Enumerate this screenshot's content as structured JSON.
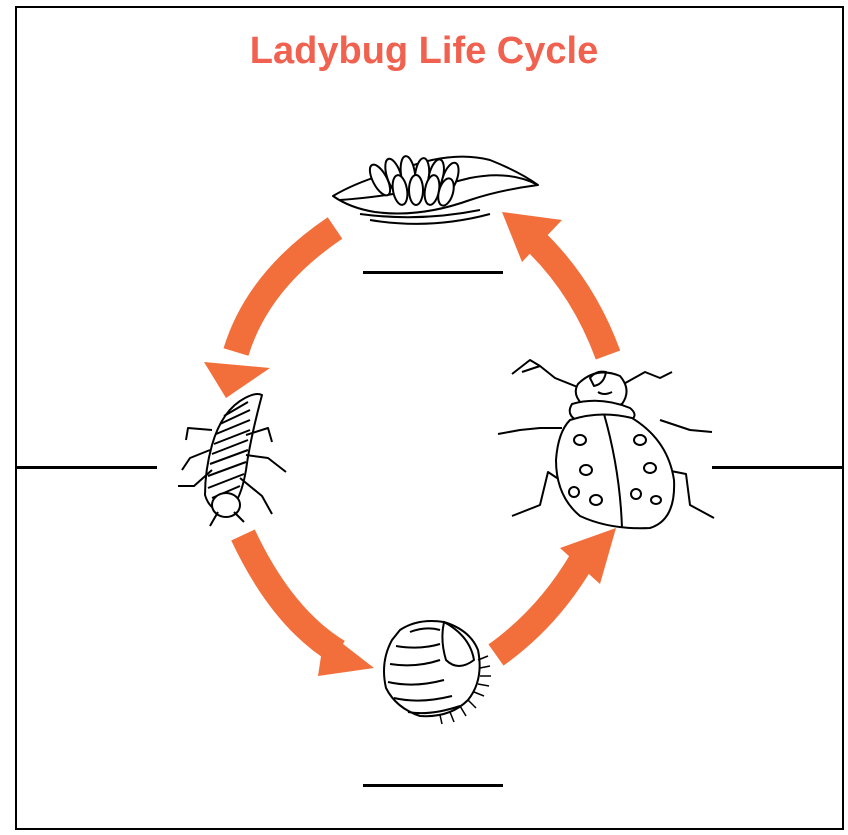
{
  "diagram": {
    "title": "Ladybug Life Cycle",
    "colors": {
      "title": "#f0614f",
      "arrow": "#f26f3b",
      "ink": "#000000"
    },
    "stages": [
      {
        "name": "eggs",
        "label": ""
      },
      {
        "name": "larva",
        "label": ""
      },
      {
        "name": "pupa",
        "label": ""
      },
      {
        "name": "adult",
        "label": ""
      }
    ]
  }
}
